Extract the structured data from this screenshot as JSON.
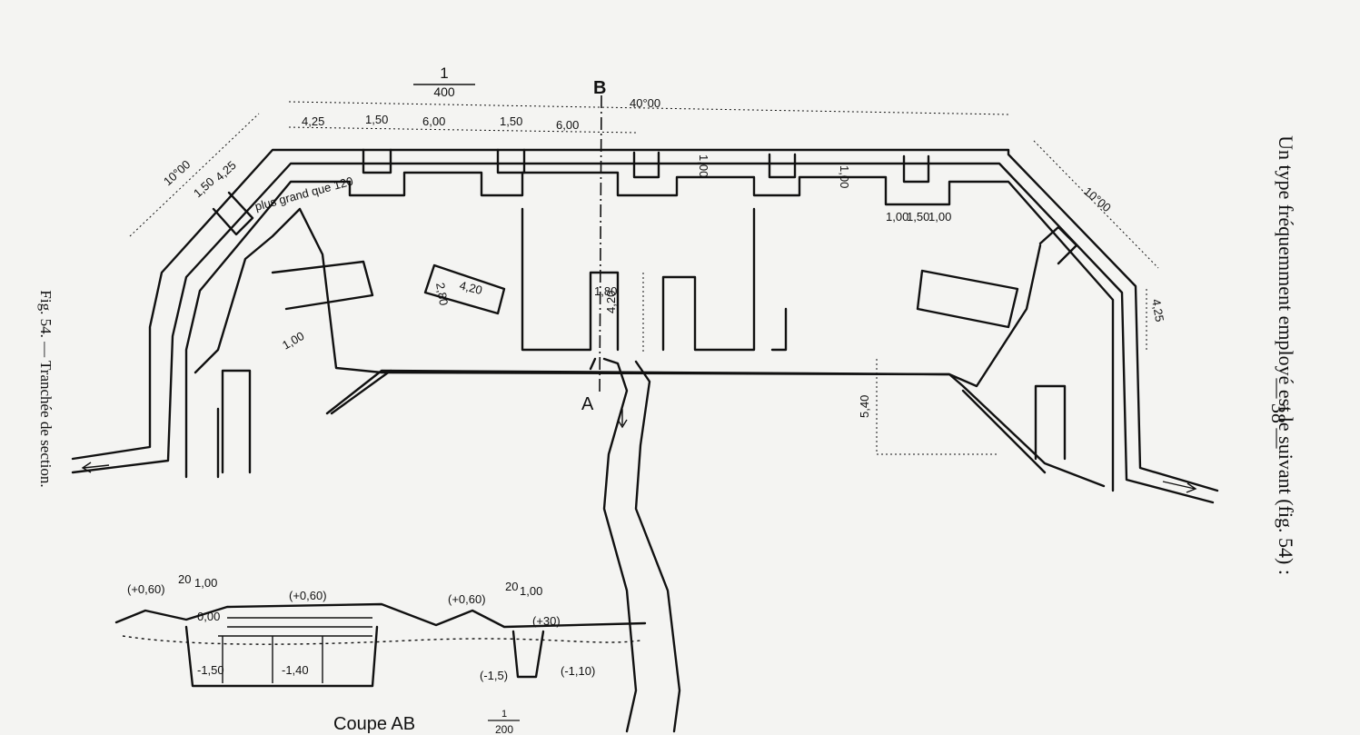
{
  "page_number": "— 38 —",
  "body_text": "Un type fréquemment employé est le suivant (fig. 54) :",
  "figure_caption": "Fig. 54. — Tranchée de section.",
  "plan": {
    "scale_num": "1",
    "scale_den": "400",
    "label_b": "B",
    "label_a": "A",
    "dims": {
      "total": "40°00",
      "d425a": "4,25",
      "d150a": "1,50",
      "d600a": "6,00",
      "d150b": "1,50",
      "d600b": "6,00",
      "left_len": "10°00",
      "left_425": "4,25",
      "left_150": "1,50",
      "angle_note": "plus grand que 120",
      "right_len": "10°00",
      "right_425": "4,25",
      "r_100a": "1,00",
      "r_150": "1,50",
      "r_100b": "1,00",
      "traverse_small": "1,00",
      "abri_280": "2,80",
      "abri_420": "4,20",
      "center_180": "1,80",
      "center_420": "4,20",
      "d540": "5,40",
      "d100_left": "1,00",
      "d100_top": "1,00"
    }
  },
  "section": {
    "title": "Coupe AB",
    "scale_num": "1",
    "scale_den": "200",
    "labels": {
      "l060": "(+0,60)",
      "l20a": "20",
      "l100a": "1,00",
      "m060": "(+0,60)",
      "r060": "(+0,60)",
      "l20b": "20",
      "l100b": "1,00",
      "p30": "(+30)",
      "n150": "-1,50",
      "n140": "-1,40",
      "n15": "(-1,5)",
      "n110": "(-1,10)",
      "o000": "0,00"
    }
  }
}
